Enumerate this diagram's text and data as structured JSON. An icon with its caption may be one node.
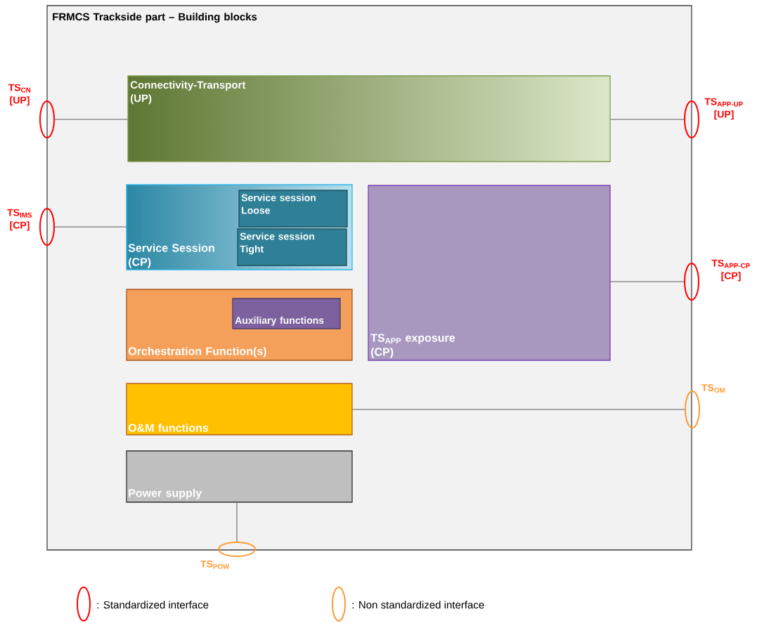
{
  "diagram": {
    "nodes": [
      {
        "text": [
          "FRMCS Trackside part – Building blocks"
        ]
      },
      {
        "text": [
          "Connectivity-Transport (UP)"
        ],
        "in": 0
      },
      {
        "text": [
          "Service Session (CP)"
        ],
        "in": 0
      },
      {
        "text": [
          "Service session Loose"
        ],
        "in": 2
      },
      {
        "text": [
          "Service session Tight"
        ],
        "in": 2
      },
      {
        "text": [
          "TS$_{APP}$ exposure (CP)"
        ],
        "in": 0
      },
      {
        "text": [
          "Orchestration Function(s)"
        ],
        "in": 0
      },
      {
        "text": [
          "Auxiliary functions"
        ],
        "in": 6
      },
      {
        "text": [
          "O&M functions"
        ],
        "in": 0
      },
      {
        "text": [
          "Power supply"
        ],
        "in": 0
      },
      {
        "text": [
          "TS$_{CN}$ [UP]"
        ]
      },
      {
        "text": [
          "TS$_{IMS}$ [CP]"
        ]
      },
      {
        "text": [
          "TS$_{APP-UP}$ [UP]"
        ]
      },
      {
        "text": [
          "TS$_{APP-CP}$ [CP]"
        ]
      },
      {
        "text": [
          "TS$_{OM}$"
        ]
      },
      {
        "text": [
          "TS$_{POW}$"
        ]
      }
    ],
    "edges": [
      {
        "from": 10,
        "to": 1,
        "arrow": "none"
      },
      {
        "from": 11,
        "to": 2,
        "arrow": "none"
      },
      {
        "from": 1,
        "to": 12,
        "arrow": "none"
      },
      {
        "from": 5,
        "to": 13,
        "arrow": "none"
      },
      {
        "from": 8,
        "to": 14,
        "arrow": "none"
      },
      {
        "from": 9,
        "to": 15,
        "arrow": "none"
      }
    ],
    "legend": [
      {
        "text": ": Standardized interface"
      },
      {
        "text": ": Non standardized interface"
      }
    ]
  }
}
